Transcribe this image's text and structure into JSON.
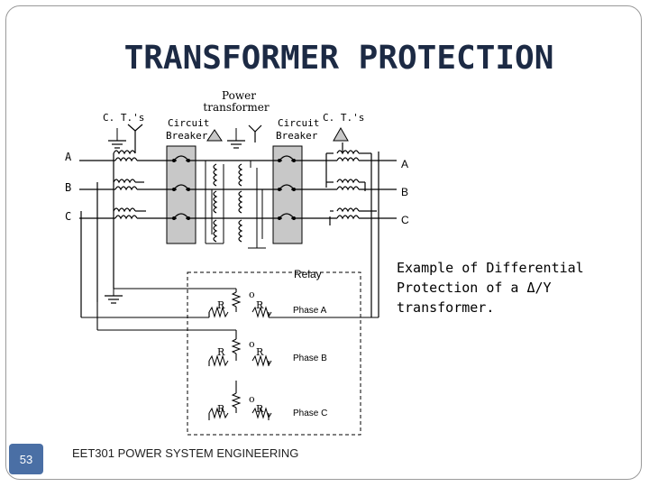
{
  "slide": {
    "title": "TRANSFORMER PROTECTION",
    "caption": "Example of Differential Protection of a Δ/Y transformer.",
    "footer": "EET301 POWER SYSTEM ENGINEERING",
    "page_number": "53"
  },
  "diagram": {
    "left_ct_label": "C. T.'s",
    "right_ct_label": "C. T.'s",
    "power_transformer_line1": "Power",
    "power_transformer_line2": "transformer",
    "breaker_left_line1": "Circuit",
    "breaker_left_line2": "Breaker",
    "breaker_right_line1": "Circuit",
    "breaker_right_line2": "Breaker",
    "phase_left": [
      "A",
      "B",
      "C"
    ],
    "phase_right": [
      "A",
      "B",
      "C"
    ],
    "relay_label": "Relay",
    "relay_rows": [
      {
        "restraint_left": "R",
        "operate": "o",
        "restraint_right": "R",
        "phase": "Phase A"
      },
      {
        "restraint_left": "R",
        "operate": "o",
        "restraint_right": "R",
        "phase": "Phase B"
      },
      {
        "restraint_left": "R",
        "operate": "o",
        "restraint_right": "R",
        "phase": "Phase C"
      }
    ]
  },
  "colors": {
    "title": "#1c2a44",
    "breaker_fill": "#c8c8c8",
    "badge": "#4a6fa5",
    "line": "#000000"
  }
}
